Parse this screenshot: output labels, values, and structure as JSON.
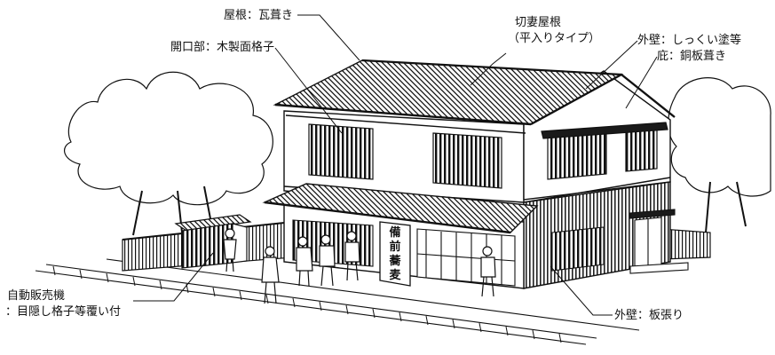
{
  "labels": {
    "roof": "屋根：瓦葺き",
    "gable_title": "切妻屋根",
    "gable_sub": "（平入りタイプ）",
    "opening": "開口部：木製面格子",
    "wall_plaster": "外壁：しっくい塗等",
    "eave": "庇：銅板葺き",
    "vending_line1": "自動販売機",
    "vending_line2": "：目隠し格子等覆い付",
    "wall_board": "外壁：板張り"
  },
  "banner": {
    "chars": [
      "備",
      "前",
      "蕎",
      "麦"
    ]
  },
  "colors": {
    "ink": "#111111",
    "paper": "#ffffff",
    "roof": "#2b2b2b"
  }
}
